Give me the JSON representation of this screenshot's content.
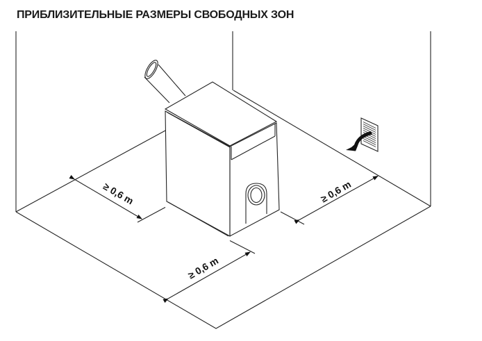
{
  "title": "ПРИБЛИЗИТЕЛЬНЫЕ РАЗМЕРЫ СВОБОДНЫХ ЗОН",
  "dimensions": {
    "left": "≥ 0,6 m",
    "front": "≥ 0,6 m",
    "right": "≥ 0,6 m"
  },
  "icons": [
    "boiler",
    "flue-pipe",
    "air-vent-grille",
    "airflow-arrow"
  ]
}
